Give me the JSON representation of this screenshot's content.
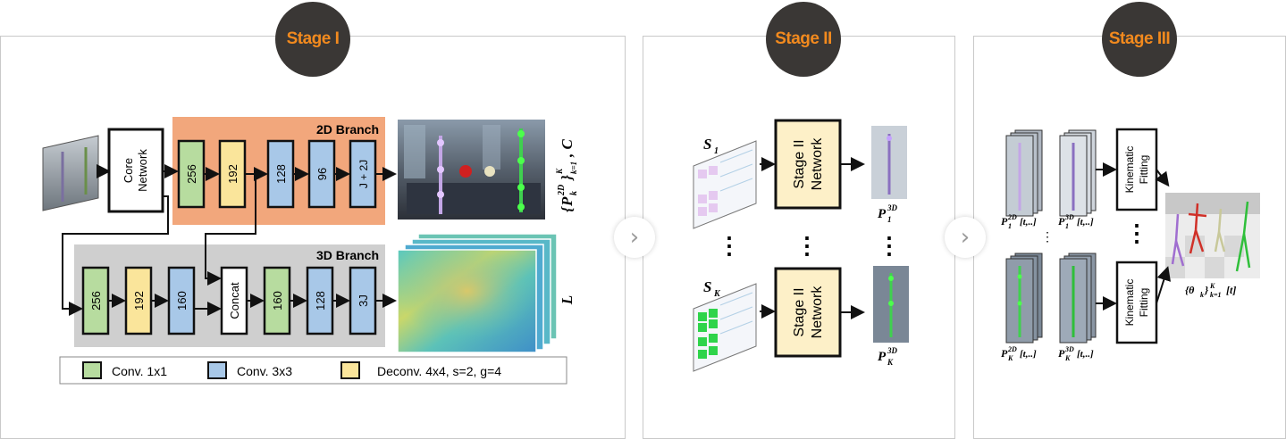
{
  "stages": {
    "s1": "Stage I",
    "s2": "Stage II",
    "s3": "Stage III"
  },
  "chevron": "›",
  "stage1": {
    "core_line1": "Core",
    "core_line2": "Network",
    "branch2d": "2D Branch",
    "branch3d": "3D Branch",
    "b2d_blocks": [
      "256",
      "192",
      "128",
      "96",
      "J + 2J"
    ],
    "b3d_blocks": [
      "256",
      "192",
      "160",
      "Concat",
      "160",
      "128",
      "3J"
    ],
    "out2d_label": "{P(2D,k)}, k=1..K, C",
    "out2d_P": "P",
    "out2d_sup": "2D",
    "out2d_sub": "k",
    "out2d_range": "K",
    "out2d_k": "k=1",
    "out2d_c": ", C",
    "out3d_label": "L",
    "legend": [
      "Conv. 1x1",
      "Conv. 3x3",
      "Deconv. 4x4, s=2, g=4"
    ]
  },
  "stage2": {
    "s1_label": "S",
    "s1_sub": "1",
    "sk_label": "S",
    "sk_sub": "K",
    "net_line1": "Stage II",
    "net_line2": "Network",
    "p1_P": "P",
    "p1_sup": "3D",
    "p1_sub": "1",
    "pk_P": "P",
    "pk_sup": "3D",
    "pk_sub": "K",
    "dots": "⋮"
  },
  "stage3": {
    "kin_line1": "Kinematic",
    "kin_line2": "Fitting",
    "p2d_1": "P",
    "p2d_1_sup": "2D",
    "p2d_1_sub": "1",
    "p2d_1_arg": "[t,..]",
    "p3d_1": "P",
    "p3d_1_sup": "3D",
    "p3d_1_sub": "1",
    "p3d_1_arg": "[t,..]",
    "p2d_k": "P",
    "p2d_k_sup": "2D",
    "p2d_k_sub": "K",
    "p2d_k_arg": "[t,..]",
    "p3d_k": "P",
    "p3d_k_sup": "3D",
    "p3d_k_sub": "K",
    "p3d_k_arg": "[t,..]",
    "theta": "{θ",
    "theta_sub": "k",
    "theta_range_top": "K",
    "theta_range_bot": "k=1",
    "theta_arg": "[t]",
    "dots": "⋮"
  },
  "colors": {
    "badge_bg": "#3a3735",
    "badge_text": "#f28a1e",
    "orange_branch": "#f2a77c",
    "gray_branch": "#cfcfcf",
    "conv1x1": "#b7dc9f",
    "conv3x3": "#a8c8e8",
    "deconv": "#fae59b",
    "network_box": "#fdf0c8"
  }
}
